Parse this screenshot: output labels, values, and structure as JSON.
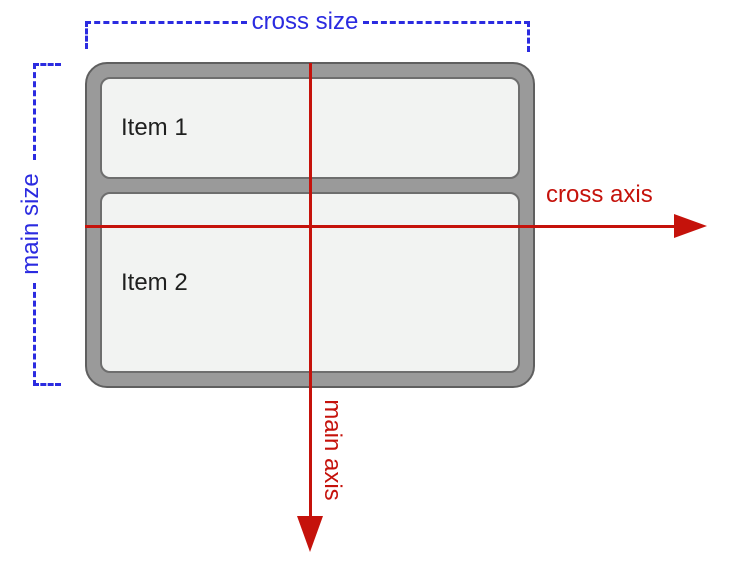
{
  "labels": {
    "cross_size": "cross size",
    "main_size": "main size",
    "cross_axis": "cross axis",
    "main_axis": "main axis"
  },
  "container": {
    "items": [
      {
        "label": "Item 1"
      },
      {
        "label": "Item 2"
      }
    ]
  },
  "colors": {
    "blue": "#2b2be0",
    "red": "#c5120b",
    "container_fill": "#9a9a9a",
    "container_stroke": "#5f5f5f",
    "item_fill": "#f2f3f2",
    "item_stroke": "#6e6e6e",
    "item_text": "#1f1f1f"
  }
}
